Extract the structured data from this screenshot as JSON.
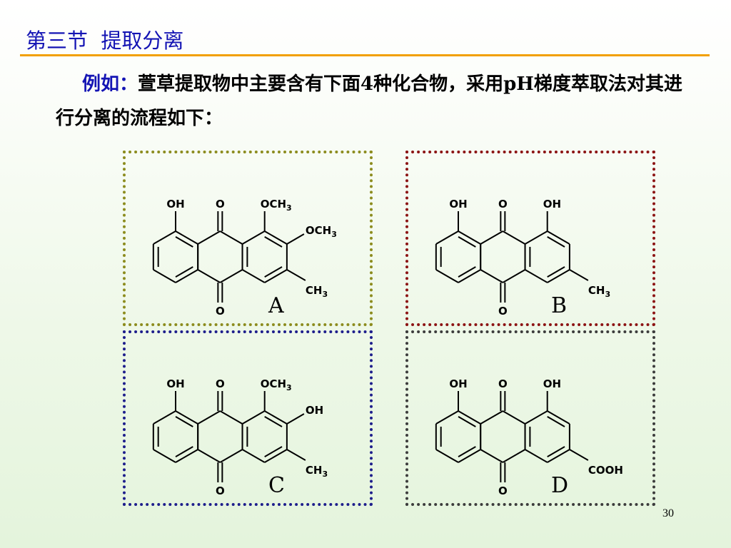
{
  "slide": {
    "title": "第三节  提取分离",
    "intro_lead": "例如：",
    "intro_text": "萱草提取物中主要含有下面4种化合物，采用pH梯度萃取法对其进行分离的流程如下：",
    "page_number": "30"
  },
  "compounds": [
    {
      "label": "A",
      "border_color": "#8c8c1e",
      "substituents": {
        "pos8": "OH",
        "carbonyl_top": "O",
        "pos1": "OCH3",
        "pos2": "OCH3",
        "pos3": "CH3",
        "carbonyl_bottom": "O"
      }
    },
    {
      "label": "B",
      "border_color": "#8c1414",
      "substituents": {
        "pos8": "OH",
        "carbonyl_top": "O",
        "pos1": "OH",
        "pos3": "CH3",
        "carbonyl_bottom": "O"
      }
    },
    {
      "label": "C",
      "border_color": "#1e1e8c",
      "substituents": {
        "pos8": "OH",
        "carbonyl_top": "O",
        "pos1": "OCH3",
        "pos2": "OH",
        "pos3": "CH3",
        "carbonyl_bottom": "O"
      }
    },
    {
      "label": "D",
      "border_color": "#3c3c3c",
      "substituents": {
        "pos8": "OH",
        "carbonyl_top": "O",
        "pos1": "OH",
        "pos3": "COOH",
        "carbonyl_bottom": "O"
      }
    }
  ]
}
